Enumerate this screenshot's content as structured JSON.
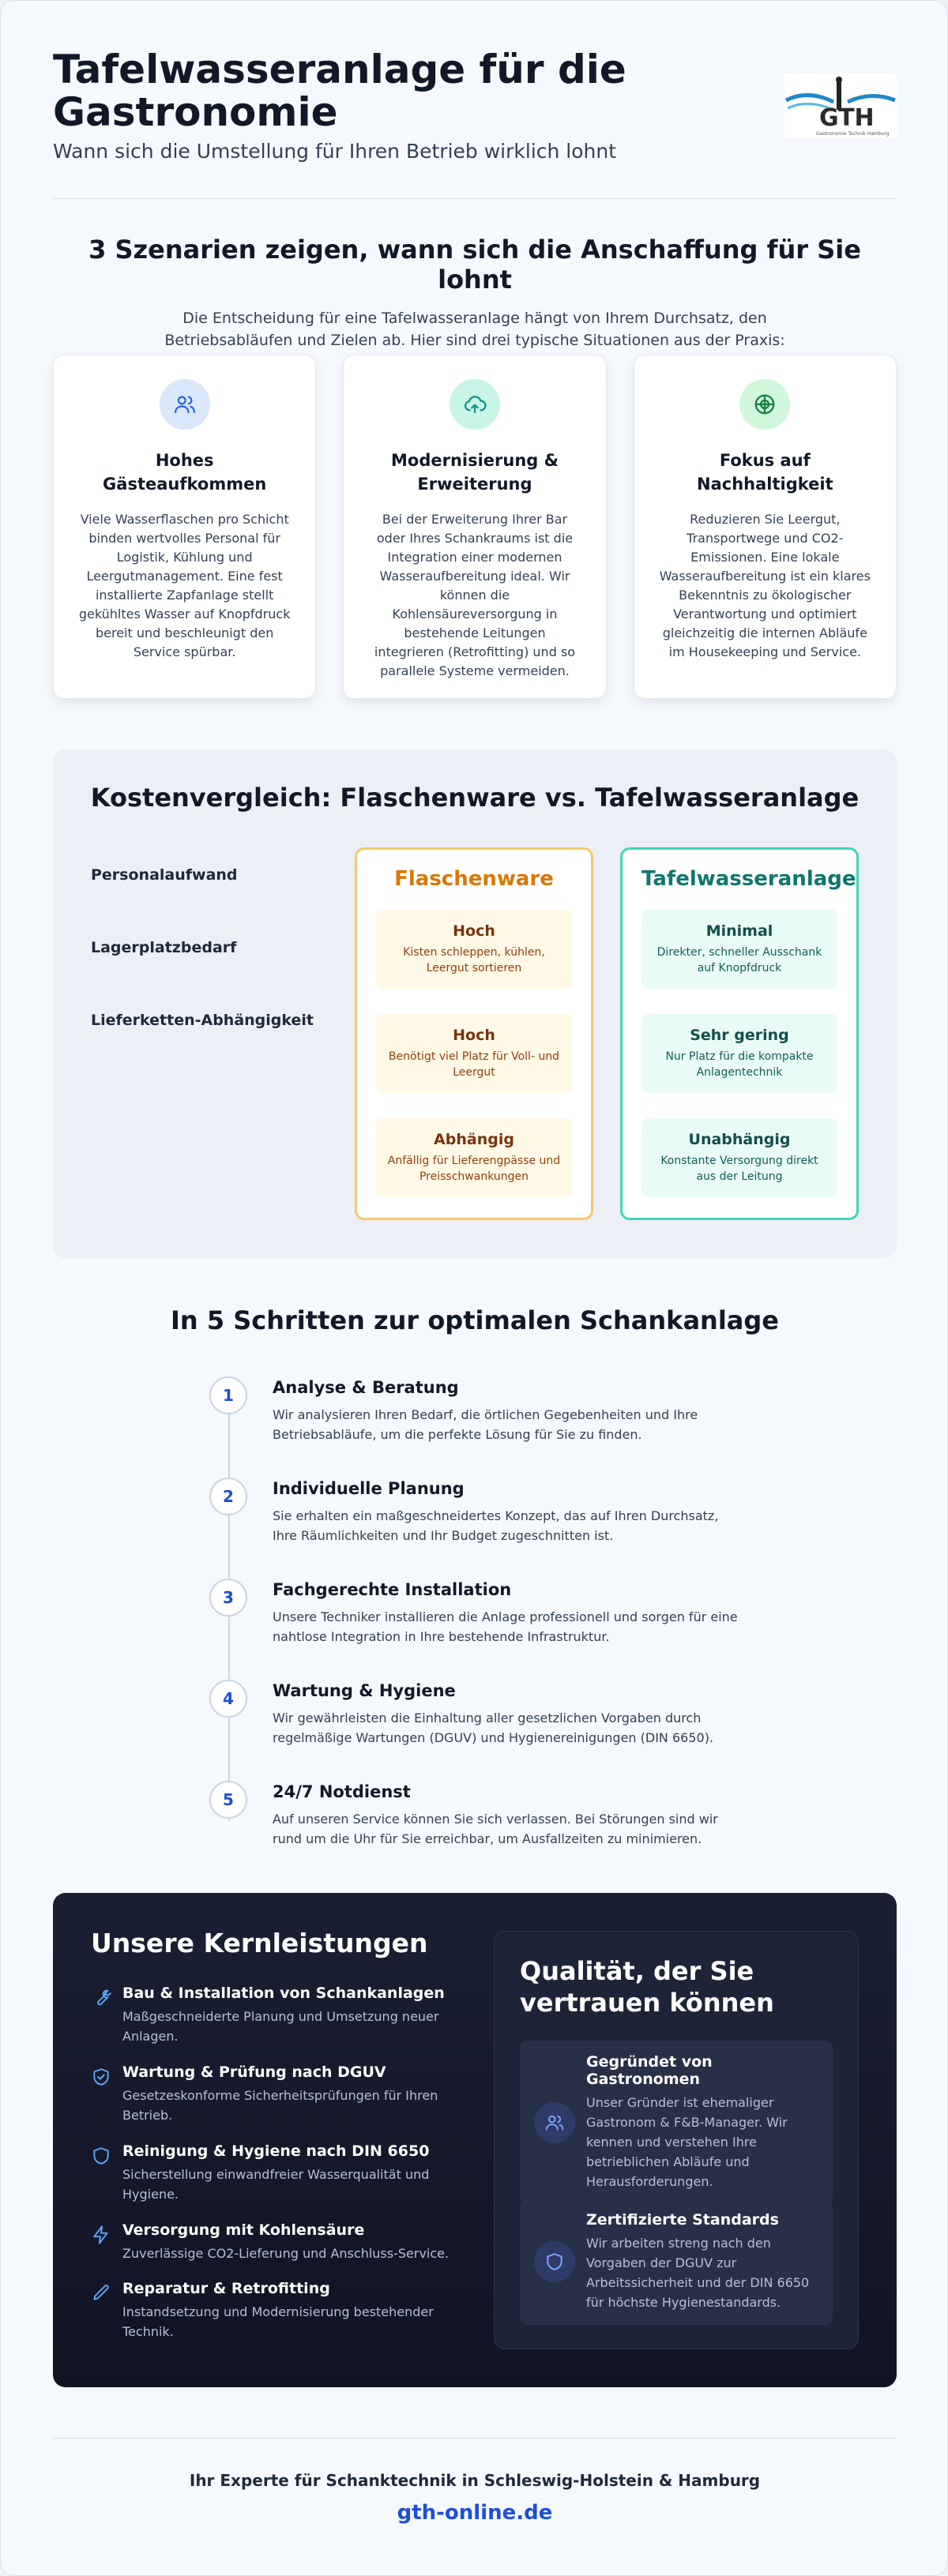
{
  "header": {
    "title": "Tafelwasseranlage für die Gastronomie",
    "subtitle": "Wann sich die Umstellung für Ihren Betrieb wirklich lohnt",
    "logo_text": "GTH",
    "logo_tagline": "Gastronomie Technik Hamburg"
  },
  "scenarios": {
    "title": "3 Szenarien zeigen, wann sich die Anschaffung für Sie lohnt",
    "intro": "Die Entscheidung für eine Tafelwasseranlage hängt von Ihrem Durchsatz, den Betriebsabläufen und Zielen ab. Hier sind drei typische Situationen aus der Praxis:",
    "cards": [
      {
        "icon": "users-icon",
        "title": "Hohes Gästeaufkommen",
        "text": "Viele Wasserflaschen pro Schicht binden wertvolles Personal für Logistik, Kühlung und Leergutmanagement. Eine fest installierte Zapfanlage stellt gekühltes Wasser auf Knopfdruck bereit und beschleunigt den Service spürbar."
      },
      {
        "icon": "cloud-upload-icon",
        "title": "Modernisierung & Erweiterung",
        "text": "Bei der Erweiterung Ihrer Bar oder Ihres Schankraums ist die Integration einer modernen Wasseraufbereitung ideal. Wir können die Kohlensäureversorgung in bestehende Leitungen integrieren (Retrofitting) und so parallele Systeme vermeiden."
      },
      {
        "icon": "leaf-circle-icon",
        "title": "Fokus auf Nachhaltigkeit",
        "text": "Reduzieren Sie Leergut, Transportwege und CO2-Emissionen. Eine lokale Wasseraufbereitung ist ein klares Bekenntnis zu ökologischer Verantwortung und optimiert gleichzeitig die internen Abläufe im Housekeeping und Service."
      }
    ]
  },
  "comparison": {
    "title": "Kostenvergleich: Flaschenware vs. Tafelwasseranlage",
    "rows": [
      "Personalaufwand",
      "Lagerplatzbedarf",
      "Lieferketten-Abhängigkeit"
    ],
    "bottled": {
      "title": "Flaschenware",
      "items": [
        {
          "value": "Hoch",
          "note": "Kisten schleppen, kühlen, Leergut sortieren"
        },
        {
          "value": "Hoch",
          "note": "Benötigt viel Platz für Voll- und Leergut"
        },
        {
          "value": "Abhängig",
          "note": "Anfällig für Lieferengpässe und Preisschwankungen"
        }
      ]
    },
    "system": {
      "title": "Tafelwasseranlage",
      "items": [
        {
          "value": "Minimal",
          "note": "Direkter, schneller Ausschank auf Knopfdruck"
        },
        {
          "value": "Sehr gering",
          "note": "Nur Platz für die kompakte Anlagentechnik"
        },
        {
          "value": "Unabhängig",
          "note": "Konstante Versorgung direkt aus der Leitung"
        }
      ]
    }
  },
  "steps": {
    "title": "In 5 Schritten zur optimalen Schankanlage",
    "items": [
      {
        "num": "1",
        "title": "Analyse & Beratung",
        "text": "Wir analysieren Ihren Bedarf, die örtlichen Gegebenheiten und Ihre Betriebsabläufe, um die perfekte Lösung für Sie zu finden."
      },
      {
        "num": "2",
        "title": "Individuelle Planung",
        "text": "Sie erhalten ein maßgeschneidertes Konzept, das auf Ihren Durchsatz, Ihre Räumlichkeiten und Ihr Budget zugeschnitten ist."
      },
      {
        "num": "3",
        "title": "Fachgerechte Installation",
        "text": "Unsere Techniker installieren die Anlage professionell und sorgen für eine nahtlose Integration in Ihre bestehende Infrastruktur."
      },
      {
        "num": "4",
        "title": "Wartung & Hygiene",
        "text": "Wir gewährleisten die Einhaltung aller gesetzlichen Vorgaben durch regelmäßige Wartungen (DGUV) und Hygienereinigungen (DIN 6650)."
      },
      {
        "num": "5",
        "title": "24/7 Notdienst",
        "text": "Auf unseren Service können Sie sich verlassen. Bei Störungen sind wir rund um die Uhr für Sie erreichbar, um Ausfallzeiten zu minimieren."
      }
    ]
  },
  "services": {
    "title": "Unsere Kernleistungen",
    "items": [
      {
        "icon": "wrench-icon",
        "title": "Bau & Installation von Schankanlagen",
        "text": "Maßgeschneiderte Planung und Umsetzung neuer Anlagen."
      },
      {
        "icon": "shield-check-icon",
        "title": "Wartung & Prüfung nach DGUV",
        "text": "Gesetzeskonforme Sicherheitsprüfungen für Ihren Betrieb."
      },
      {
        "icon": "hygiene-shield-icon",
        "title": "Reinigung & Hygiene nach DIN 6650",
        "text": "Sicherstellung einwandfreier Wasserqualität und Hygiene."
      },
      {
        "icon": "lightning-icon",
        "title": "Versorgung mit Kohlensäure",
        "text": "Zuverlässige CO2-Lieferung und Anschluss-Service."
      },
      {
        "icon": "pencil-icon",
        "title": "Reparatur & Retrofitting",
        "text": "Instandsetzung und Modernisierung bestehender Technik."
      }
    ]
  },
  "trust": {
    "title": "Qualität, der Sie vertrauen können",
    "items": [
      {
        "icon": "users-icon",
        "title": "Gegründet von Gastronomen",
        "text": "Unser Gründer ist ehemaliger Gastronom & F&B-Manager. Wir kennen und verstehen Ihre betrieblichen Abläufe und Herausforderungen."
      },
      {
        "icon": "shield-icon",
        "title": "Zertifizierte Standards",
        "text": "Wir arbeiten streng nach den Vorgaben der DGUV zur Arbeitssicherheit und der DIN 6650 für höchste Hygienestandards."
      }
    ]
  },
  "footer": {
    "tagline": "Ihr Experte für Schanktechnik in Schleswig-Holstein & Hamburg",
    "link": "gth-online.de"
  },
  "colors": {
    "accent_blue": "#1d4ed8",
    "bottled_border": "#f2c96a",
    "system_border": "#3dd6b7",
    "dark_bg": "#141829"
  }
}
